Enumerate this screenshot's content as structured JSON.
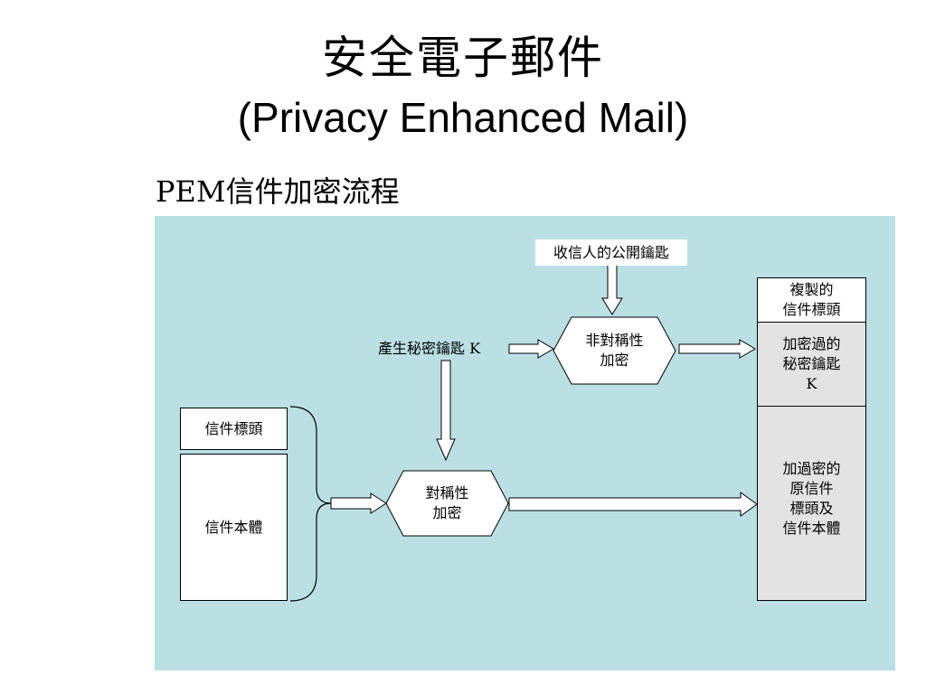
{
  "title": {
    "chinese": "安全電子郵件",
    "english": "(Privacy Enhanced Mail)"
  },
  "subtitle": "PEM信件加密流程",
  "diagram": {
    "public_key_label": "收信人的公開鑰匙",
    "generate_key_label": "產生秘密鑰匙 K",
    "asymmetric_hex": {
      "line1": "非對稱性",
      "line2": "加密"
    },
    "symmetric_hex": {
      "line1": "對稱性",
      "line2": "加密"
    },
    "left_header_box": "信件標頭",
    "left_body_box": "信件本體",
    "right_copied_header": {
      "line1": "複製的",
      "line2": "信件標頭"
    },
    "right_encrypted_key": {
      "line1": "加密過的",
      "line2": "秘密鑰匙",
      "line3": "K"
    },
    "right_encrypted_message": {
      "line1": "加過密的",
      "line2": "原信件",
      "line3": "標頭及",
      "line4": "信件本體"
    }
  },
  "colors": {
    "panel_background": "#bbe0e4",
    "box_grey": "#e3e3e3",
    "line": "#000000"
  }
}
